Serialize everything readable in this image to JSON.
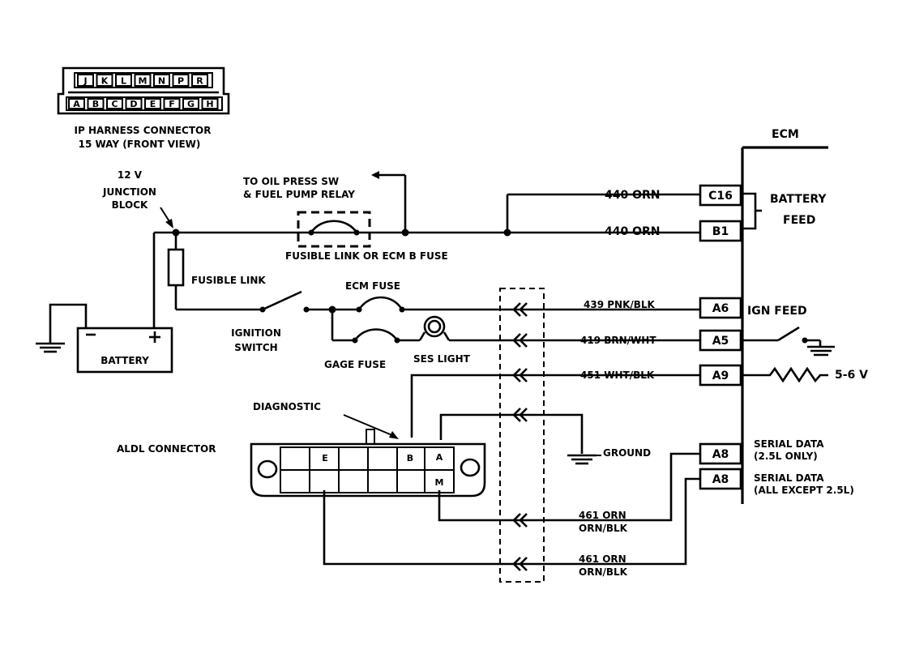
{
  "ip_connector": {
    "top_pins": [
      "J",
      "K",
      "L",
      "M",
      "N",
      "P",
      "R"
    ],
    "bottom_pins": [
      "A",
      "B",
      "C",
      "D",
      "E",
      "F",
      "G",
      "H"
    ],
    "caption_1": "IP HARNESS CONNECTOR",
    "caption_2": "15 WAY (FRONT VIEW)"
  },
  "ecm": {
    "label": "ECM",
    "pins": {
      "c16": "C16",
      "b1": "B1",
      "a6": "A6",
      "a5": "A5",
      "a9": "A9",
      "a8_top": "A8",
      "a8_bottom": "A8"
    },
    "battery_feed_1": "BATTERY",
    "battery_feed_2": "FEED",
    "ign_feed": "IGN FEED",
    "voltage": "5-6 V",
    "serial_data_1a": "SERIAL DATA",
    "serial_data_1b": "(2.5L ONLY)",
    "serial_data_2a": "SERIAL DATA",
    "serial_data_2b": "(ALL EXCEPT 2.5L)"
  },
  "wires": {
    "c16_wire": "440 ORN",
    "b1_wire": "440 ORN",
    "a6_wire": "439 PNK/BLK",
    "a5_wire": "419 BRN/WHT",
    "a9_wire": "451 WHT/BLK",
    "serial_1a": "461 ORN",
    "serial_1b": "ORN/BLK",
    "serial_2a": "461 ORN",
    "serial_2b": "ORN/BLK"
  },
  "labels": {
    "junction_1": "12 V",
    "junction_2": "JUNCTION",
    "junction_3": "BLOCK",
    "oil_1": "TO OIL PRESS SW",
    "oil_2": "& FUEL PUMP RELAY",
    "fusible_ecm": "FUSIBLE LINK OR ECM B FUSE",
    "fusible_link": "FUSIBLE LINK",
    "ecm_fuse": "ECM FUSE",
    "ignition_1": "IGNITION",
    "ignition_2": "SWITCH",
    "battery": "BATTERY",
    "gage_fuse": "GAGE FUSE",
    "ses_light": "SES LIGHT",
    "diagnostic": "DIAGNOSTIC",
    "aldl": "ALDL CONNECTOR",
    "ground": "GROUND"
  },
  "aldl_pins": {
    "e": "E",
    "b": "B",
    "a": "A",
    "m": "M"
  }
}
